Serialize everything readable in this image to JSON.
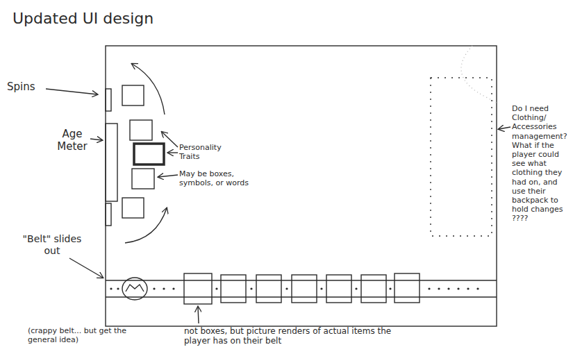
{
  "diagram": {
    "title": "Updated UI design",
    "labels": [
      "Spins",
      "Age Meter",
      "Personality Traits",
      "May be boxes, symbols, or words",
      "\"Belt\" slides out",
      "(crappy belt... but get the general idea)",
      "not boxes, but picture renders of actual items the player has on their belt",
      "Do I need Clothing/ Accessories management? What if the player could see what clothing they had on, and use their backpack to hold changes ????"
    ]
  }
}
